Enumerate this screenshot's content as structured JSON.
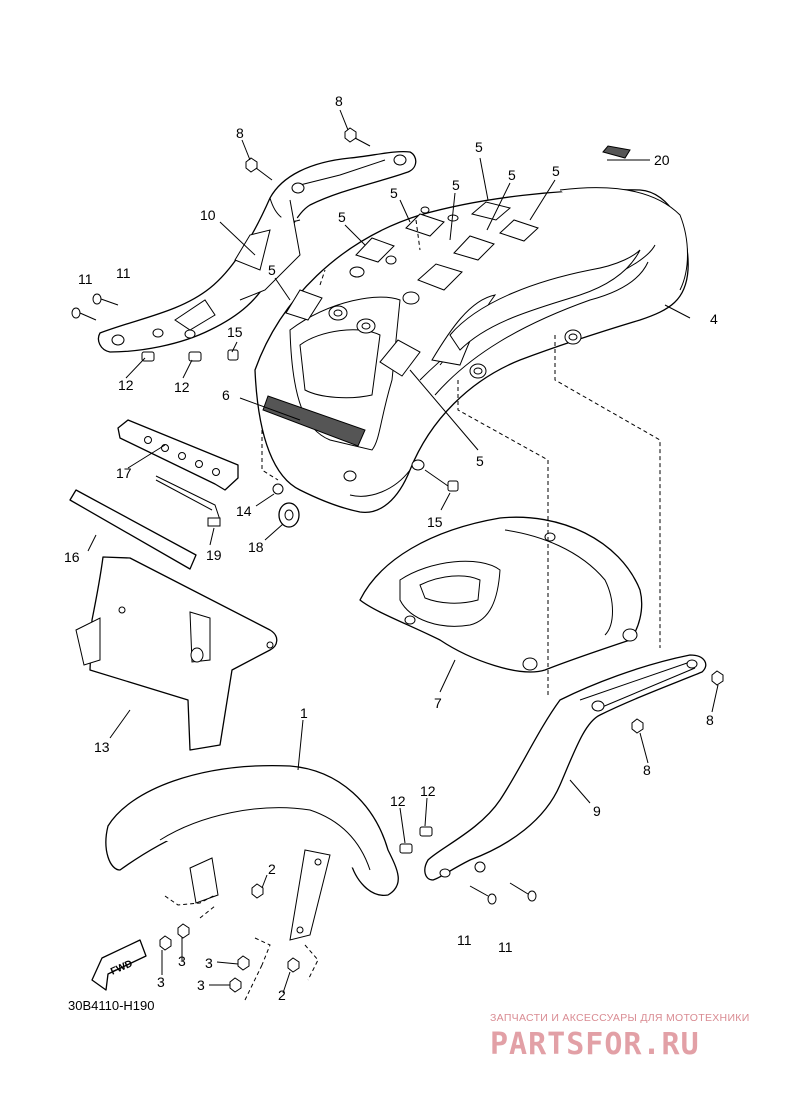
{
  "diagram": {
    "part_code": "30B4110-H190",
    "direction_label": "FWD",
    "watermark": {
      "tagline": "ЗАПЧАСТИ И АКСЕССУАРЫ ДЛЯ МОТОТЕХНИКИ",
      "brand": "PARTSFOR.RU"
    },
    "callouts": {
      "c1": "1",
      "c2a": "2",
      "c2b": "2",
      "c3a": "3",
      "c3b": "3",
      "c3c": "3",
      "c3d": "3",
      "c4": "4",
      "c5a": "5",
      "c5b": "5",
      "c5c": "5",
      "c5d": "5",
      "c5e": "5",
      "c5f": "5",
      "c5g": "5",
      "c6": "6",
      "c7": "7",
      "c8a": "8",
      "c8b": "8",
      "c8c": "8",
      "c8d": "8",
      "c9": "9",
      "c10": "10",
      "c11a": "11",
      "c11b": "11",
      "c11c": "11",
      "c11d": "11",
      "c12a": "12",
      "c12b": "12",
      "c12c": "12",
      "c12d": "12",
      "c13": "13",
      "c14": "14",
      "c15a": "15",
      "c15b": "15",
      "c16": "16",
      "c17": "17",
      "c18": "18",
      "c19": "19",
      "c20": "20"
    }
  }
}
